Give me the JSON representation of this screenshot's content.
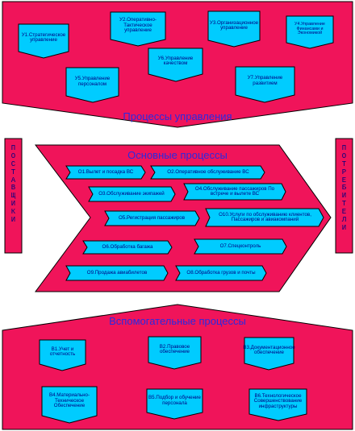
{
  "colors": {
    "panel": "#f0145a",
    "box": "#00ccff",
    "border": "#000000",
    "text": "#000080",
    "title": "#2a2ae0"
  },
  "management": {
    "title": "Процессы управления",
    "items": [
      "У1.Стратегическое управление",
      "У2.Оперативно-Тактическое управление",
      "У3.Организационное управление",
      "У4.Управление Финансами и Экономикой",
      "У6.Управление качеством",
      "У5.Управление персоналом",
      "У7.Управление развитием"
    ]
  },
  "suppliers": {
    "label": "ПОСТАВЩИКИ"
  },
  "consumers": {
    "label": "ПОТРЕБИТЕЛИ"
  },
  "core": {
    "title": "Основные процессы",
    "items": [
      "О1.Вылет и посадка ВС",
      "О2.Оперативное обслуживание ВС",
      "О3.Обслуживание экипажей",
      "О4.Обслуживание пассажиров По встрече и вылете ВС",
      "О5.Регистрация пассажиров",
      "О10.Услуги по обслуживанию клиентов, Пассажиров и авиакомпаний",
      "О6.Обработка багажа",
      "О7.Спецконтроль",
      "О9.Продажа авиабилетов",
      "О8.Обработка грузов и почты"
    ]
  },
  "support": {
    "title": "Вспомогательные процессы",
    "items": [
      "В1.Учет и отчетность",
      "В2.Правовое обеспечение",
      "В3.Документационное обеспечение",
      "В4.Материально-Техническое Обеспечение",
      "В5.Подбор и обучение персонала",
      "В6.Технологическое Совершенствование инфраструктуры"
    ]
  }
}
